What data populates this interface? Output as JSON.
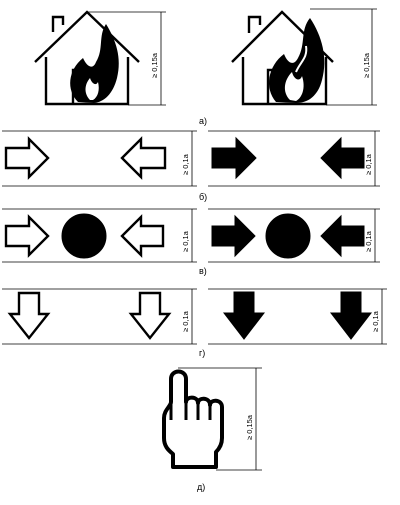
{
  "captions": {
    "a": "а)",
    "b": "б)",
    "v": "в)",
    "g": "г)",
    "d": "д)"
  },
  "dimensions": {
    "a_left": "≥ 0,15a",
    "a_right": "≥ 0,15a",
    "b_left": "≥ 0,1a",
    "b_right": "≥ 0,1a",
    "v_left": "≥ 0,1a",
    "v_right": "≥ 0,1a",
    "g_left": "≥ 0,1a",
    "g_right": "≥ 0,1a",
    "d": "≥ 0,15a"
  },
  "icons": {
    "house_outline": "house-with-flame-icon",
    "house_solid": "house-with-flame-solid-icon",
    "arrow": "arrow-icon",
    "circle": "circle-icon",
    "hand": "pointing-hand-icon"
  },
  "colors": {
    "ink": "#000000",
    "paper": "#ffffff"
  }
}
